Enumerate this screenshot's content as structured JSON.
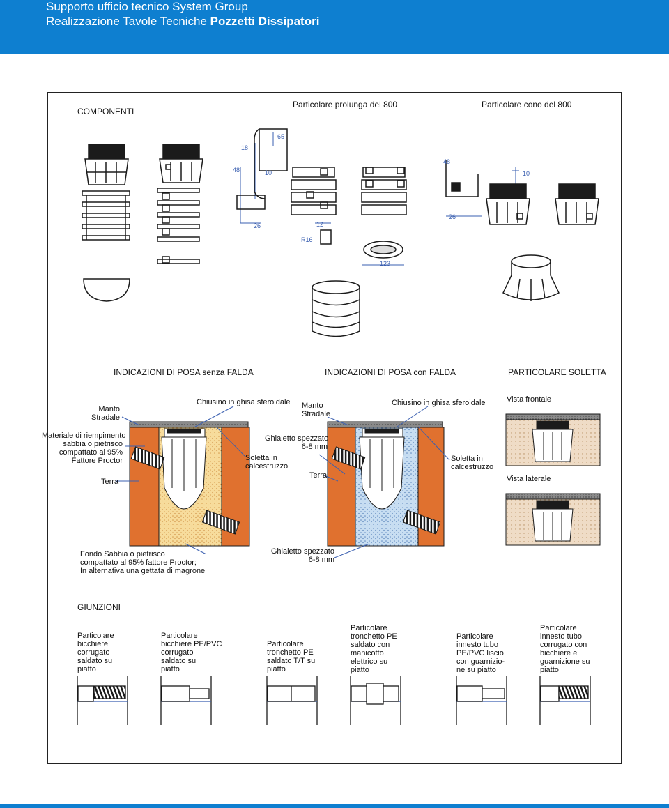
{
  "header": {
    "line1": "Supporto ufficio tecnico System Group",
    "line2_prefix": "Realizzazione Tavole Tecniche",
    "line2_bold": "Pozzetti Dissipatori"
  },
  "colors": {
    "brand": "#0e7fd0",
    "orange": "#e0712f",
    "sand": "#f6dc9a",
    "blue_fill": "#bcd7ee",
    "dimension": "#3a5fb0"
  },
  "sections": {
    "componenti": "COMPONENTI",
    "prolunga": "Particolare prolunga del 800",
    "cono": "Particolare cono del 800",
    "posa_senza": "INDICAZIONI DI POSA senza FALDA",
    "posa_con": "INDICAZIONI DI POSA con FALDA",
    "soletta": "PARTICOLARE SOLETTA",
    "giunzioni": "GIUNZIONI"
  },
  "dimensions": {
    "d65": "65",
    "d18": "18",
    "d48a": "48",
    "d10a": "10",
    "d26a": "26",
    "d12": "12",
    "r16": "R16",
    "d123": "123",
    "d48b": "48",
    "d10b": "10",
    "d26b": "26"
  },
  "labels": {
    "manto1": "Manto\nStradale",
    "chiusino1": "Chiusino in ghisa sferoidale",
    "manto2": "Manto\nStradale",
    "chiusino2": "Chiusino in ghisa sferoidale",
    "vista_frontale": "Vista frontale",
    "materiale": "Materiale di riempimento\nsabbia o pietrisco\ncompattato al 95%\nFattore Proctor",
    "terra1": "Terra",
    "soletta1": "Soletta in\ncalcestruzzo",
    "ghiaietto1": "Ghiaietto spezzato\n6-8 mm",
    "terra2": "Terra",
    "soletta2": "Soletta in\ncalcestruzzo",
    "vista_laterale": "Vista laterale",
    "fondo": "Fondo Sabbia o pietrisco\ncompattato al 95% fattore Proctor;\nIn alternativa una gettata di magrone",
    "ghiaietto2": "Ghiaietto spezzato\n6-8 mm"
  },
  "giunzioni": [
    "Particolare\nbicchiere\ncorrugato\nsaldato su\npiatto",
    "Particolare\nbicchiere PE/PVC\ncorrugato\nsaldato su\npiatto",
    "Particolare\ntronchetto PE\nsaldato T/T su\npiatto",
    "Particolare\ntronchetto PE\nsaldato con\nmanicotto\nelettrico su\npiatto",
    "Particolare\ninnesto tubo\nPE/PVC liscio\ncon guarnizio-\nne su piatto",
    "Particolare\ninnesto tubo\ncorrugato con\nbicchiere e\nguarnizione su\npiatto"
  ]
}
